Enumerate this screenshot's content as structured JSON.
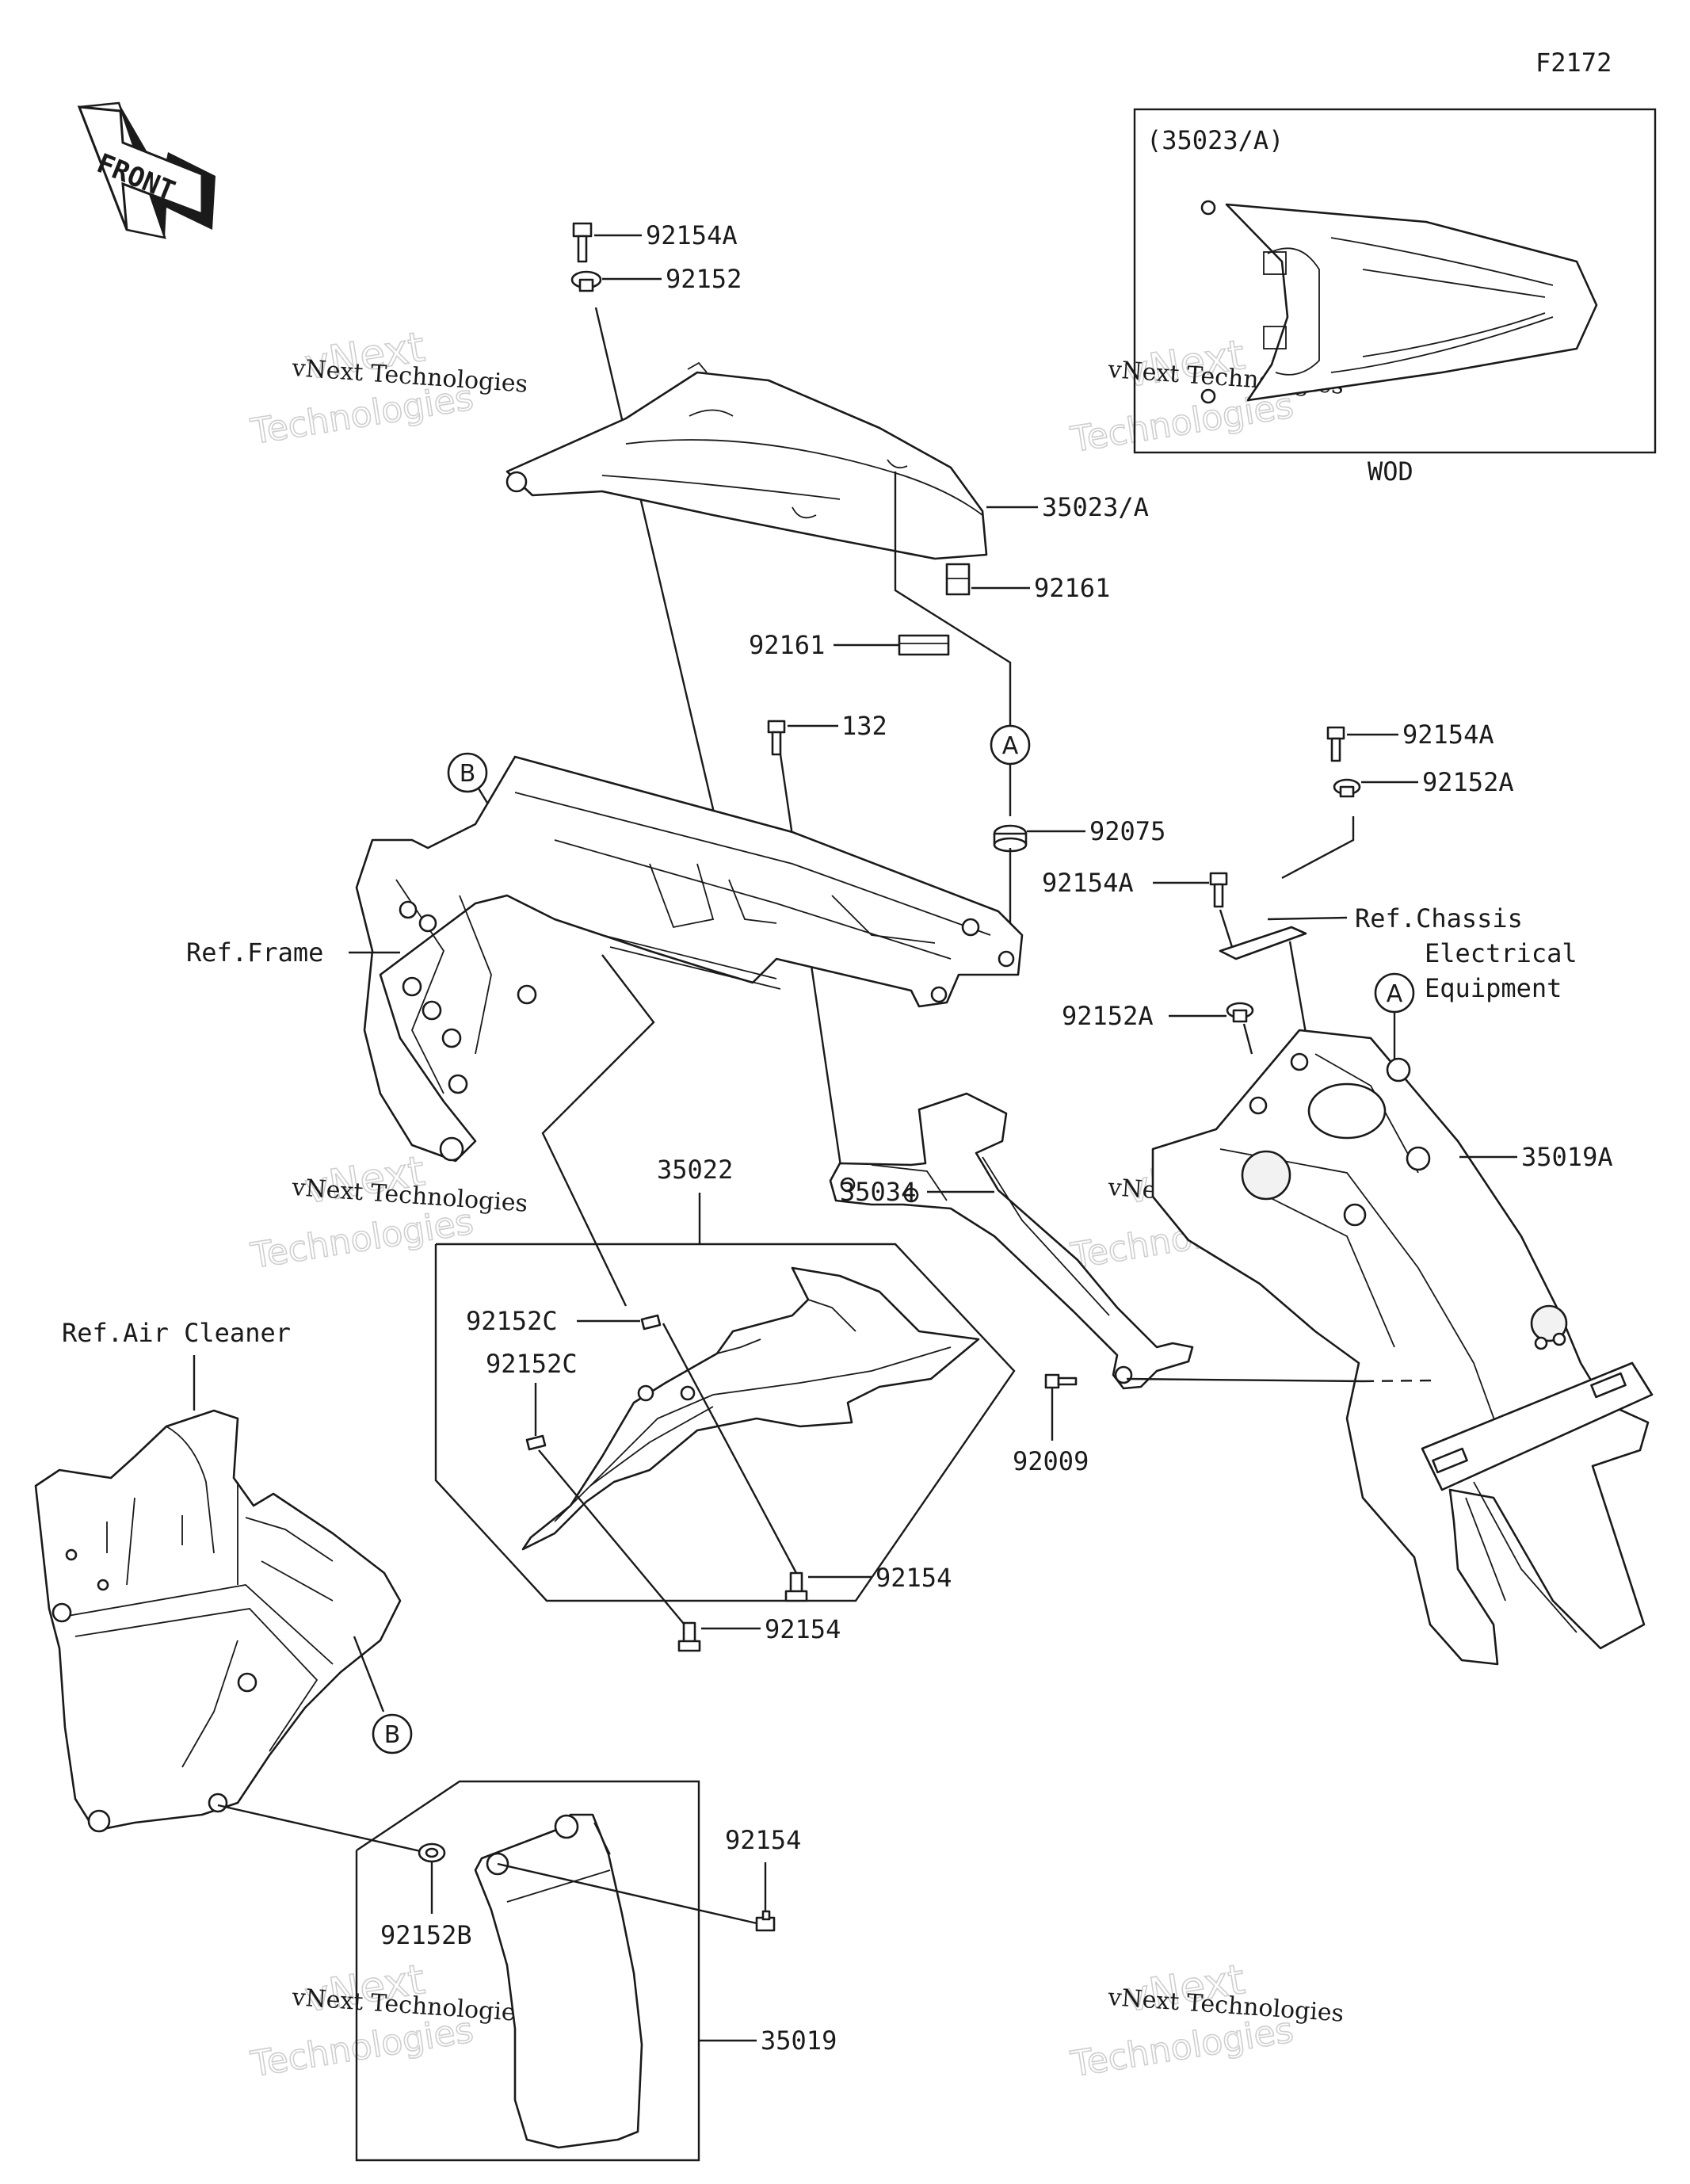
{
  "diagram_code": "F2172",
  "front_label": "FRONT",
  "inset": {
    "title": "(35023/A)",
    "caption": "WOD"
  },
  "watermark": {
    "line1": "vNext Technologies",
    "line2": "vNext",
    "line3": "Technologies"
  },
  "callouts": {
    "p92154A_top": "92154A",
    "p92152_top": "92152",
    "p35023A": "35023/A",
    "p92161_a": "92161",
    "p92161_b": "92161",
    "p132": "132",
    "p92075": "92075",
    "p92154A_right": "92154A",
    "p92152A_right": "92152A",
    "p92154A_mid": "92154A",
    "p92152A_mid": "92152A",
    "ref_frame": "Ref.Frame",
    "ref_chassis_1": "Ref.Chassis",
    "ref_chassis_2": "Electrical",
    "ref_chassis_3": "Equipment",
    "p35019A": "35019A",
    "p35022": "35022",
    "p35034": "35034",
    "p92152C_a": "92152C",
    "p92152C_b": "92152C",
    "p92009": "92009",
    "p92154_a": "92154",
    "p92154_b": "92154",
    "ref_air_cleaner": "Ref.Air Cleaner",
    "p92154_c": "92154",
    "p92152B": "92152B",
    "p35019": "35019"
  },
  "markers": {
    "A": "A",
    "B": "B"
  }
}
